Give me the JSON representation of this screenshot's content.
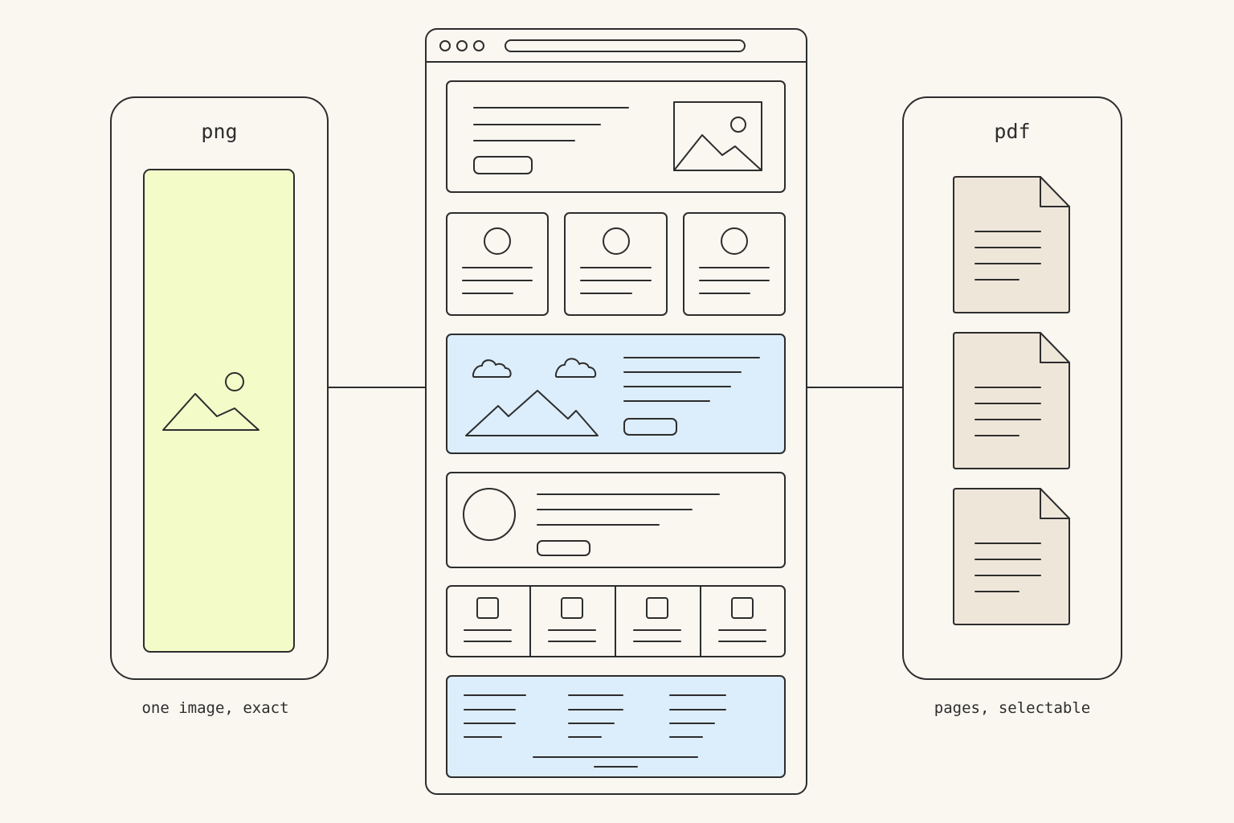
{
  "png_panel": {
    "title": "png",
    "caption": "one image, exact"
  },
  "pdf_panel": {
    "title": "pdf",
    "caption": "pages, selectable",
    "pages": 3
  },
  "colors": {
    "background": "#faf7f1",
    "stroke": "#2d2d2d",
    "png_fill": "#f3fbc9",
    "highlight_fill": "#dcedfb",
    "document_fill": "#efe6da"
  },
  "icons": [
    "image-icon",
    "document-icon",
    "cloud-icon",
    "mountain-icon",
    "avatar-circle-icon"
  ]
}
